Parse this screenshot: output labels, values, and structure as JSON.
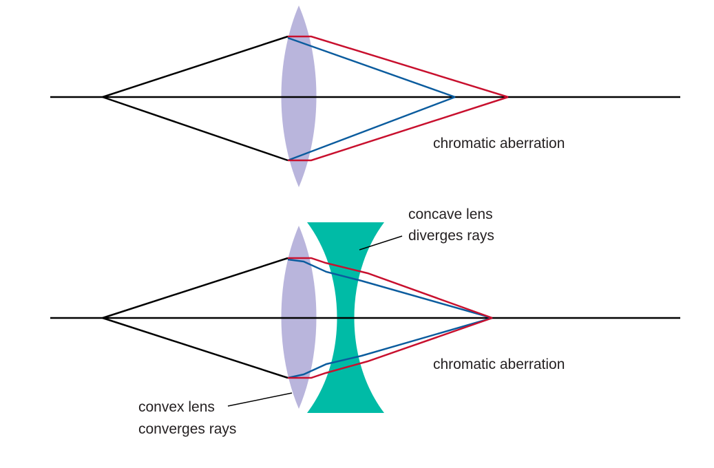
{
  "top_diagram": {
    "aberration_label": "chromatic aberration"
  },
  "bottom_diagram": {
    "concave_label": [
      "concave lens",
      "diverges rays"
    ],
    "convex_label": [
      "convex lens",
      "converges rays"
    ],
    "aberration_label": "chromatic aberration"
  },
  "colors": {
    "convex_lens": "#b9b5dc",
    "concave_lens": "#00bba6",
    "blue_ray": "#0b5c9e",
    "red_ray": "#c8102e",
    "axis": "#000000",
    "text": "#231f20"
  }
}
